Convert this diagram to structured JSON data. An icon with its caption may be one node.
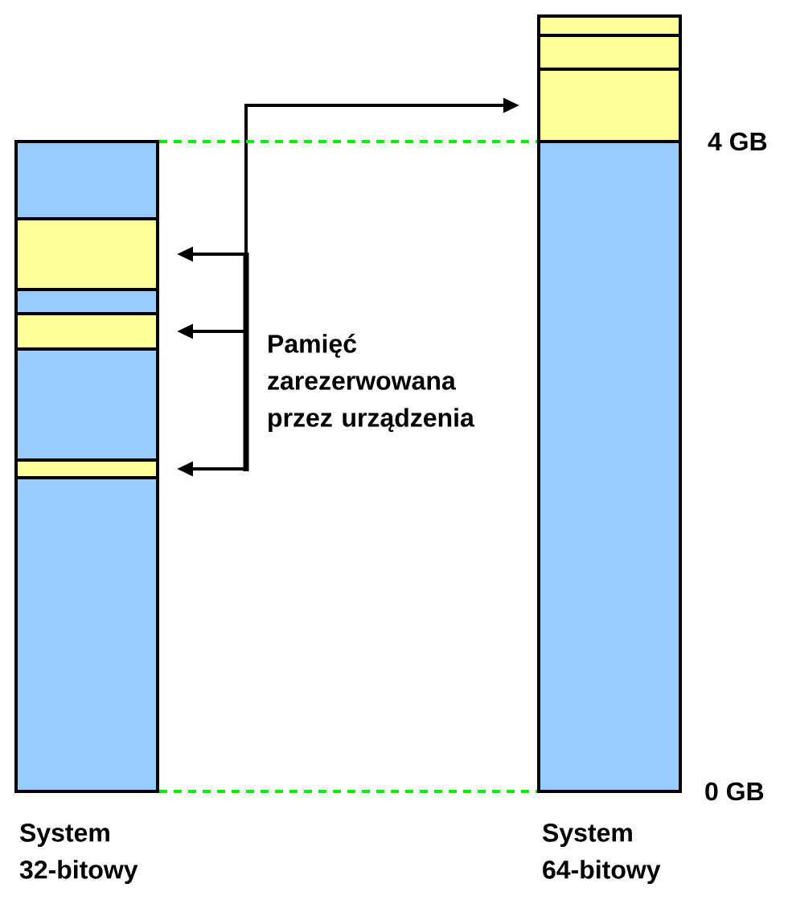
{
  "diagram": {
    "nodes": [
      {
        "text": [
          "System 32-bitowy"
        ]
      },
      {
        "text": [],
        "shape": "bar",
        "in": 0
      },
      {
        "text": [],
        "shape": "bar",
        "in": 0
      },
      {
        "text": [],
        "shape": "bar",
        "in": 0
      },
      {
        "text": [
          "System 64-bitowy"
        ]
      },
      {
        "text": [],
        "shape": "bar",
        "in": 4
      },
      {
        "text": [],
        "shape": "bar",
        "in": 4
      },
      {
        "text": [],
        "shape": "bar",
        "in": 4
      },
      {
        "text": [
          "Pamięć zarezerwowana przez urządzenia"
        ]
      }
    ],
    "edges": [
      {
        "from": 8,
        "to": 7,
        "arrow": "to"
      },
      {
        "from": 8,
        "to": 1,
        "arrow": "to"
      },
      {
        "from": 8,
        "to": 2,
        "arrow": "to"
      },
      {
        "from": 8,
        "to": 3,
        "arrow": "to"
      },
      {
        "from": 0,
        "to": 7,
        "arrow": "none",
        "style": "dashed",
        "color": "#00ee00"
      },
      {
        "from": 0,
        "to": 4,
        "arrow": "none",
        "style": "dashed",
        "color": "#00ee00"
      }
    ],
    "labels": [
      "4 GB",
      "0 GB"
    ]
  }
}
